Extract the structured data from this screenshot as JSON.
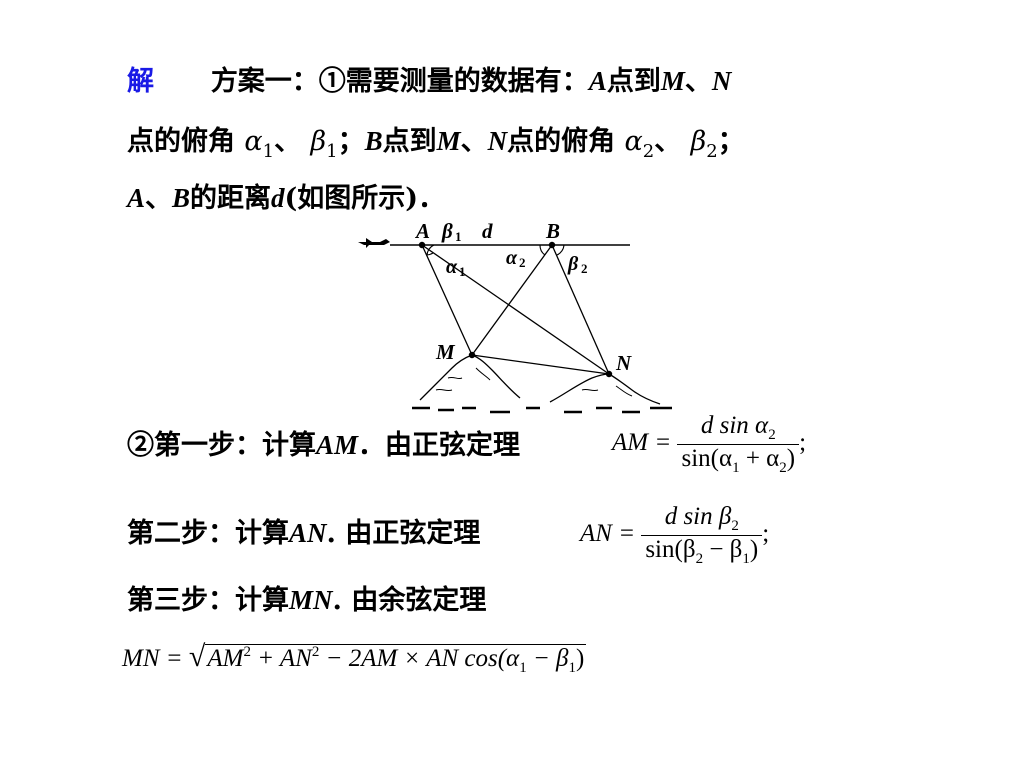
{
  "text": {
    "jie": "解",
    "l1_plan": "方案一：①需要测量的数据有：",
    "l1_A": "A",
    "l1_mid": "点到",
    "l1_M": "M",
    "l1_sep": "、",
    "l1_N": "N",
    "l2_a": "点的俯角 ",
    "alpha": "α",
    "beta": "β",
    "one": "1",
    "two": "2",
    "sep": "、",
    "semi": "；",
    "l2_B": "B",
    "l2_mid": "点到",
    "l2_M": "M",
    "l2_N": "N",
    "l2_b": "点的俯角 ",
    "l3_A": "A",
    "l3_B": "B",
    "l3_mid": "的距离",
    "l3_d": "d",
    "l3_end": "(如图所示)．",
    "step1": "②第一步：计算",
    "step1_var": "AM",
    "step1_rule": "．由正弦定理",
    "step2": "第二步：计算",
    "step2_var": "AN",
    "step2_rule": ". 由正弦定理",
    "step3": "第三步：计算",
    "step3_var": "MN",
    "step3_rule": ". 由余弦定理"
  },
  "diagram": {
    "label_A": "A",
    "label_B": "B",
    "label_d": "d",
    "label_M": "M",
    "label_N": "N",
    "label_beta1": "β",
    "label_beta1_sub": "1",
    "label_alpha1": "α",
    "label_alpha1_sub": "1",
    "label_alpha2": "α",
    "label_alpha2_sub": "2",
    "label_beta2": "β",
    "label_beta2_sub": "2"
  },
  "formulas": {
    "am_lhs": "AM =",
    "am_num": "d sin α",
    "am_num_sub": "2",
    "am_den_a": "sin(α",
    "am_den_s1": "1",
    "am_den_b": " + α",
    "am_den_s2": "2",
    "am_den_c": ")",
    "an_lhs": "AN =",
    "an_num": "d sin β",
    "an_num_sub": "2",
    "an_den_a": "sin(β",
    "an_den_s1": "2",
    "an_den_b": " − β",
    "an_den_s2": "1",
    "an_den_c": ")",
    "semicolon": ";",
    "mn_lhs": "MN =",
    "mn_rad_a": "AM",
    "mn_sq": "2",
    "mn_rad_b": " + AN",
    "mn_rad_c": " − 2AM × AN cos(α",
    "mn_s1": "1",
    "mn_rad_d": " − β",
    "mn_s2": "1",
    "mn_rad_e": ")"
  }
}
